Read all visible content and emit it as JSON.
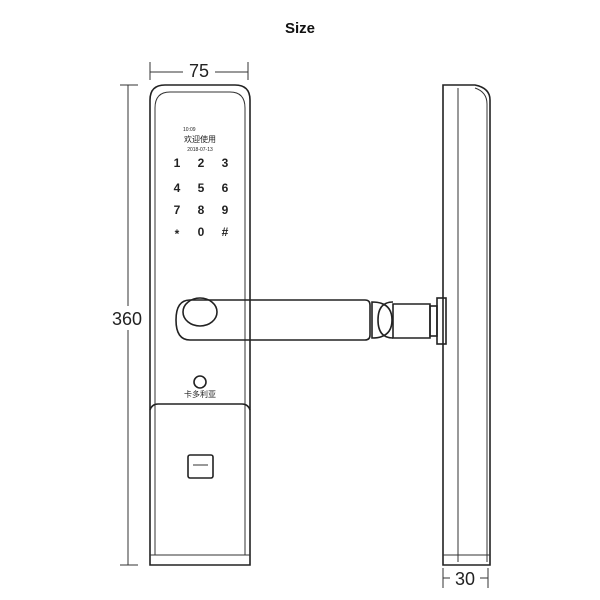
{
  "title": "Size",
  "dimensions": {
    "width": "75",
    "height": "360",
    "depth": "30"
  },
  "screen": {
    "time": "10:09",
    "welcome": "欢迎使用",
    "date": "2018-07-13"
  },
  "keypad": [
    "1",
    "2",
    "3",
    "4",
    "5",
    "6",
    "7",
    "8",
    "9",
    "*",
    "0",
    "#"
  ],
  "logo_text": "卡多利亚"
}
